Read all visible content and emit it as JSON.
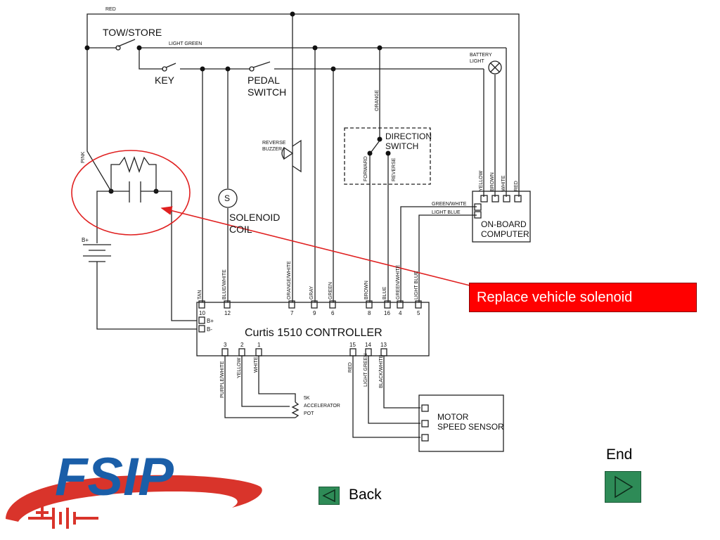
{
  "wires": {
    "red_top": "RED",
    "light_green_top": "LIGHT GREEN",
    "pink": "PINK",
    "orange": "ORANGE",
    "forward": "FORWARD",
    "reverse": "REVERSE",
    "tan": "TAN",
    "blue_white": "BLUE/WHITE",
    "orange_white": "ORANGE/WHITE",
    "gray": "GRAY",
    "green": "GREEN",
    "brown": "BROWN",
    "blue": "BLUE",
    "green_white": "GREEN/WHITE",
    "light_blue": "LIGHT BLUE",
    "yellow": "YELLOW",
    "white": "WHITE",
    "red": "RED",
    "purple_white": "PURPLE/WHITE",
    "light_green": "LIGHT GREEN",
    "black_white": "BLACK/WHITE"
  },
  "components": {
    "tow_store": "TOW/STORE",
    "key": "KEY",
    "pedal_switch": [
      "PEDAL",
      "SWITCH"
    ],
    "battery_light": [
      "BATTERY",
      "LIGHT"
    ],
    "reverse_buzzer": [
      "REVERSE",
      "BUZZER"
    ],
    "direction_switch": [
      "DIRECTION",
      "SWITCH"
    ],
    "solenoid_symbol": "S",
    "solenoid_coil": [
      "SOLENOID",
      "COIL"
    ],
    "battery_plus": "B+",
    "onboard_computer": [
      "ON-BOARD",
      "COMPUTER"
    ],
    "controller": "Curtis  1510  CONTROLLER",
    "controller_bplus": "B+",
    "controller_bminus": "B-",
    "accelerator_pot": [
      "5K",
      "ACCELERATOR",
      "POT"
    ],
    "motor_speed_sensor": [
      "MOTOR",
      "SPEED  SENSOR"
    ]
  },
  "pins": {
    "top": [
      "10",
      "12",
      "7",
      "9",
      "6",
      "8",
      "16",
      "4",
      "5"
    ],
    "bottom": [
      "3",
      "2",
      "1",
      "15",
      "14",
      "13"
    ]
  },
  "callout": {
    "text": "Replace vehicle solenoid"
  },
  "navigation": {
    "end_label": "End",
    "back_label": "Back"
  },
  "logo": {
    "text": "FSIP",
    "color_primary": "#1a5ea8",
    "color_secondary": "#d9342b"
  },
  "colors": {
    "callout_bg": "#ff0000",
    "nav_button": "#2e8b57",
    "highlight_circle": "#e02020"
  }
}
